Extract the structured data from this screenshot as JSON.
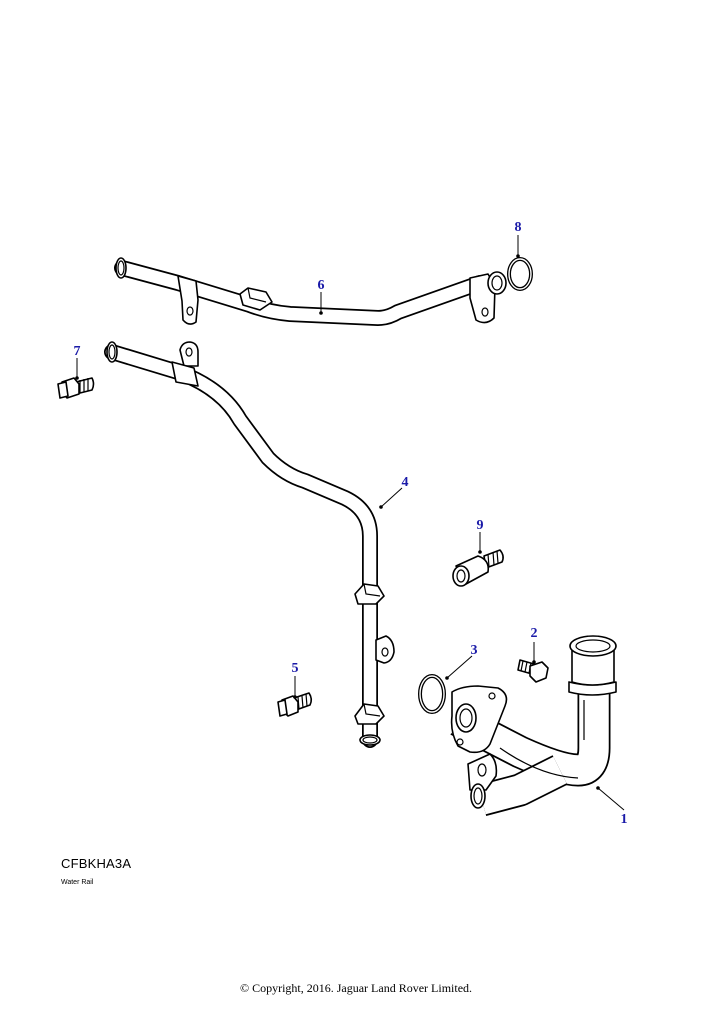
{
  "diagram": {
    "code": "CFBKHA3A",
    "caption": "Water Rail",
    "copyright": "© Copyright, 2016. Jaguar Land Rover Limited.",
    "callout_color": "#1a1aa8",
    "callouts": [
      "1",
      "2",
      "3",
      "4",
      "5",
      "6",
      "7",
      "8",
      "9"
    ]
  }
}
